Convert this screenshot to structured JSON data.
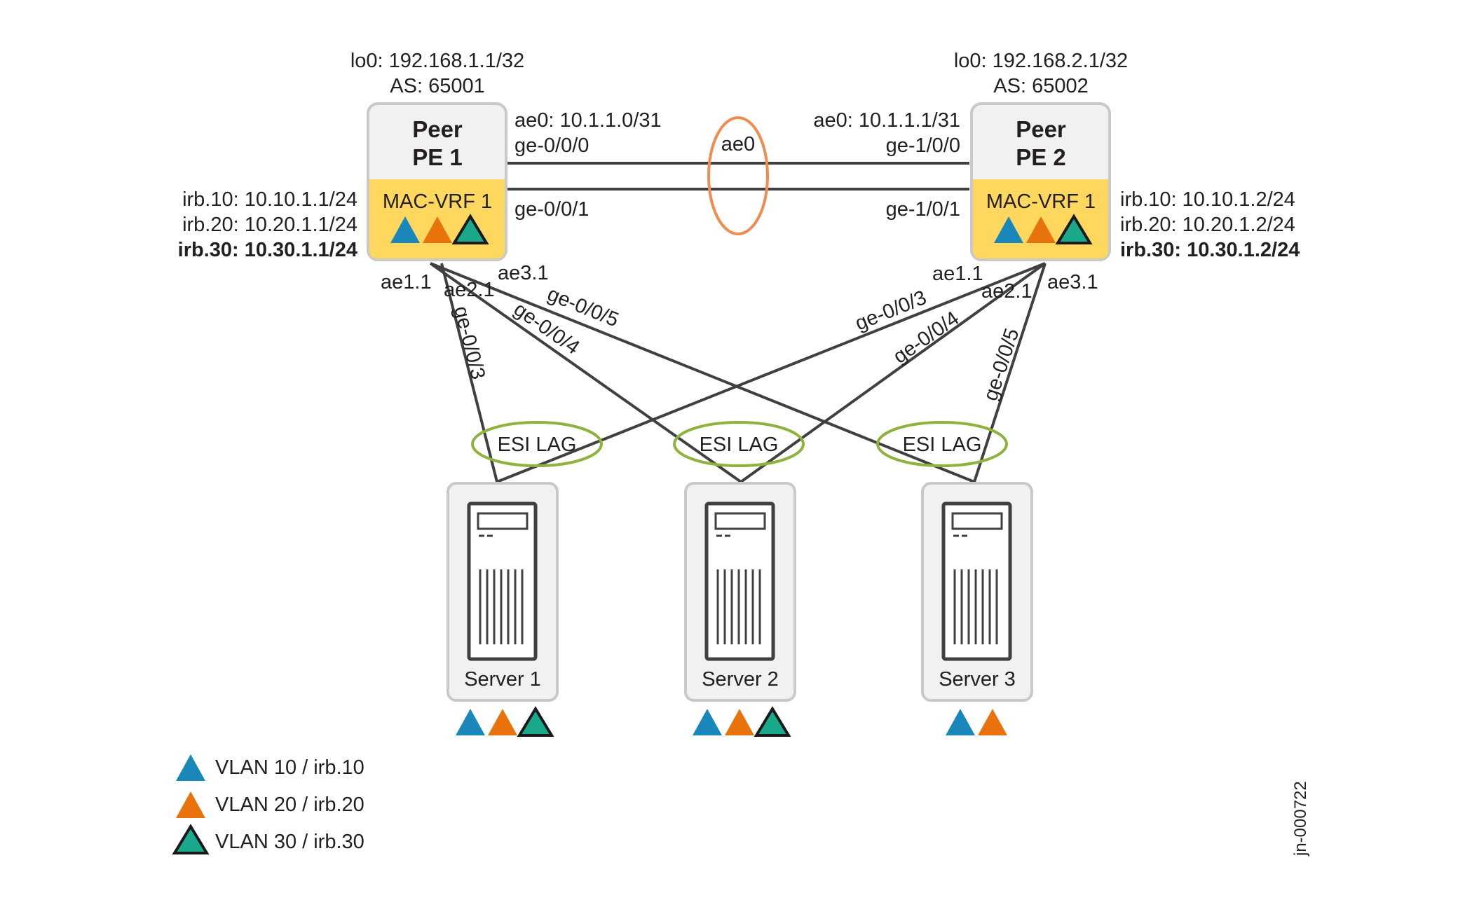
{
  "colors": {
    "vlan10": "#1a87ba",
    "vlan20": "#e8720c",
    "vlan30": "#1aa98a",
    "esi_lag_ring": "#8db33c",
    "ae0_ring": "#ef8c4e",
    "mac_vrf_bar": "#fdd75e"
  },
  "pe1": {
    "lo0": "lo0: 192.168.1.1/32",
    "as": "AS: 65001",
    "title_line1": "Peer",
    "title_line2": "PE 1",
    "mac_vrf": "MAC-VRF 1",
    "irb10": "irb.10: 10.10.1.1/24",
    "irb20": "irb.20: 10.20.1.1/24",
    "irb30": "irb.30: 10.30.1.1/24",
    "ae0": "ae0: 10.1.1.0/31",
    "port_top": "ge-0/0/0",
    "port_bottom": "ge-0/0/1",
    "ae1": "ae1.1",
    "ae2": "ae2.1",
    "ae3": "ae3.1",
    "port_s1": "ge-0/0/3",
    "port_s2": "ge-0/0/4",
    "port_s3": "ge-0/0/5"
  },
  "pe2": {
    "lo0": "lo0: 192.168.2.1/32",
    "as": "AS: 65002",
    "title_line1": "Peer",
    "title_line2": "PE 2",
    "mac_vrf": "MAC-VRF 1",
    "irb10": "irb.10: 10.10.1.2/24",
    "irb20": "irb.20: 10.20.1.2/24",
    "irb30": "irb.30: 10.30.1.2/24",
    "ae0": "ae0: 10.1.1.1/31",
    "port_top": "ge-1/0/0",
    "port_bottom": "ge-1/0/1",
    "ae1": "ae1.1",
    "ae2": "ae2.1",
    "ae3": "ae3.1",
    "port_s1": "ge-0/0/3",
    "port_s2": "ge-0/0/4",
    "port_s3": "ge-0/0/5"
  },
  "ae0_label": "ae0",
  "esi_lags": [
    "ESI LAG",
    "ESI LAG",
    "ESI LAG"
  ],
  "servers": [
    {
      "label": "Server 1",
      "vlans": [
        "vlan10",
        "vlan20",
        "vlan30"
      ]
    },
    {
      "label": "Server 2",
      "vlans": [
        "vlan10",
        "vlan20",
        "vlan30"
      ]
    },
    {
      "label": "Server 3",
      "vlans": [
        "vlan10",
        "vlan20"
      ]
    }
  ],
  "legend": [
    {
      "vlan": "vlan10",
      "label": "VLAN 10 / irb.10"
    },
    {
      "vlan": "vlan20",
      "label": "VLAN 20 / irb.20"
    },
    {
      "vlan": "vlan30",
      "label": "VLAN 30 / irb.30"
    }
  ],
  "figure_id": "jn-000722"
}
